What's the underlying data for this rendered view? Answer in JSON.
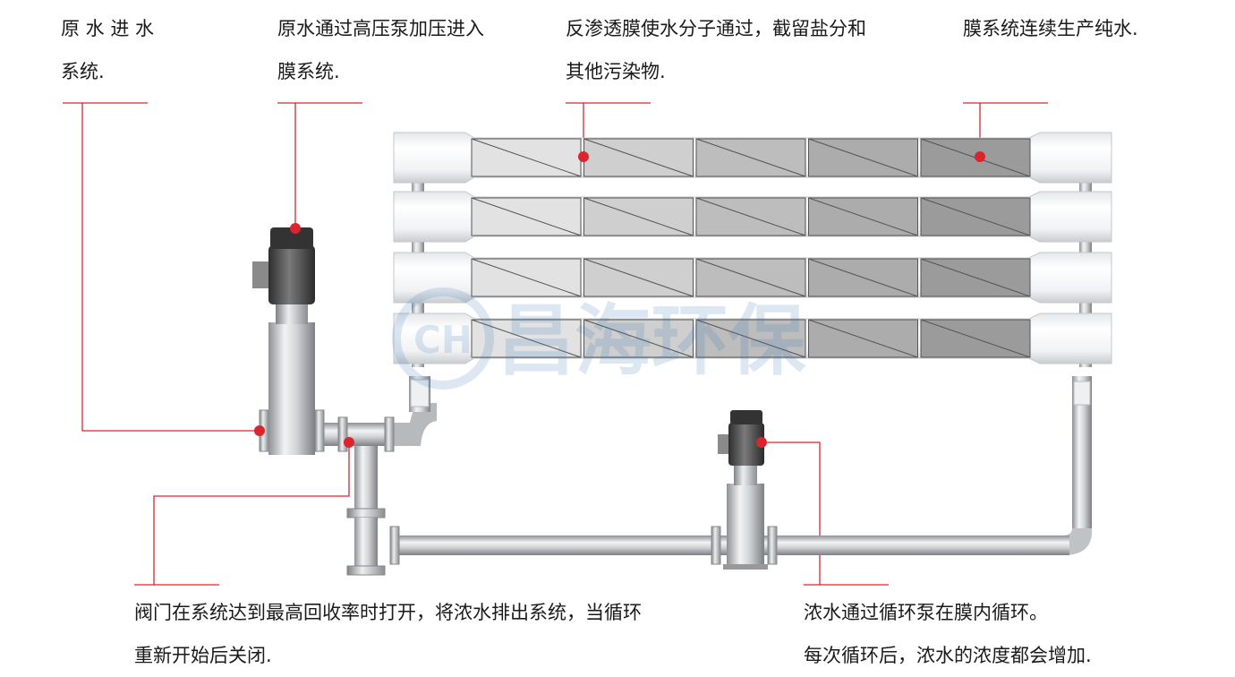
{
  "captions": {
    "raw_inlet": [
      "原 水 进 水",
      "系统."
    ],
    "high_pressure": [
      "原水通过高压泵加压进入",
      "膜系统."
    ],
    "membrane": [
      "反渗透膜使水分子通过，截留盐分和",
      "其他污染物."
    ],
    "product": [
      "膜系统连续生产纯水."
    ],
    "valve": [
      "阀门在系统达到最高回收率时打开，将浓水排出系统，当循环",
      "重新开始后关闭."
    ],
    "recirc": [
      "浓水通过循环泵在膜内循环。",
      "每次循环后，浓水的浓度都会增加."
    ]
  },
  "watermark": {
    "logo": "CH",
    "text": "昌海环保"
  },
  "colors": {
    "accent": "#d9262e",
    "pipe": "#bfc2c5",
    "motor": "#555555",
    "element_dark": "#9e9e9e",
    "element_light": "#dcdcdc"
  }
}
